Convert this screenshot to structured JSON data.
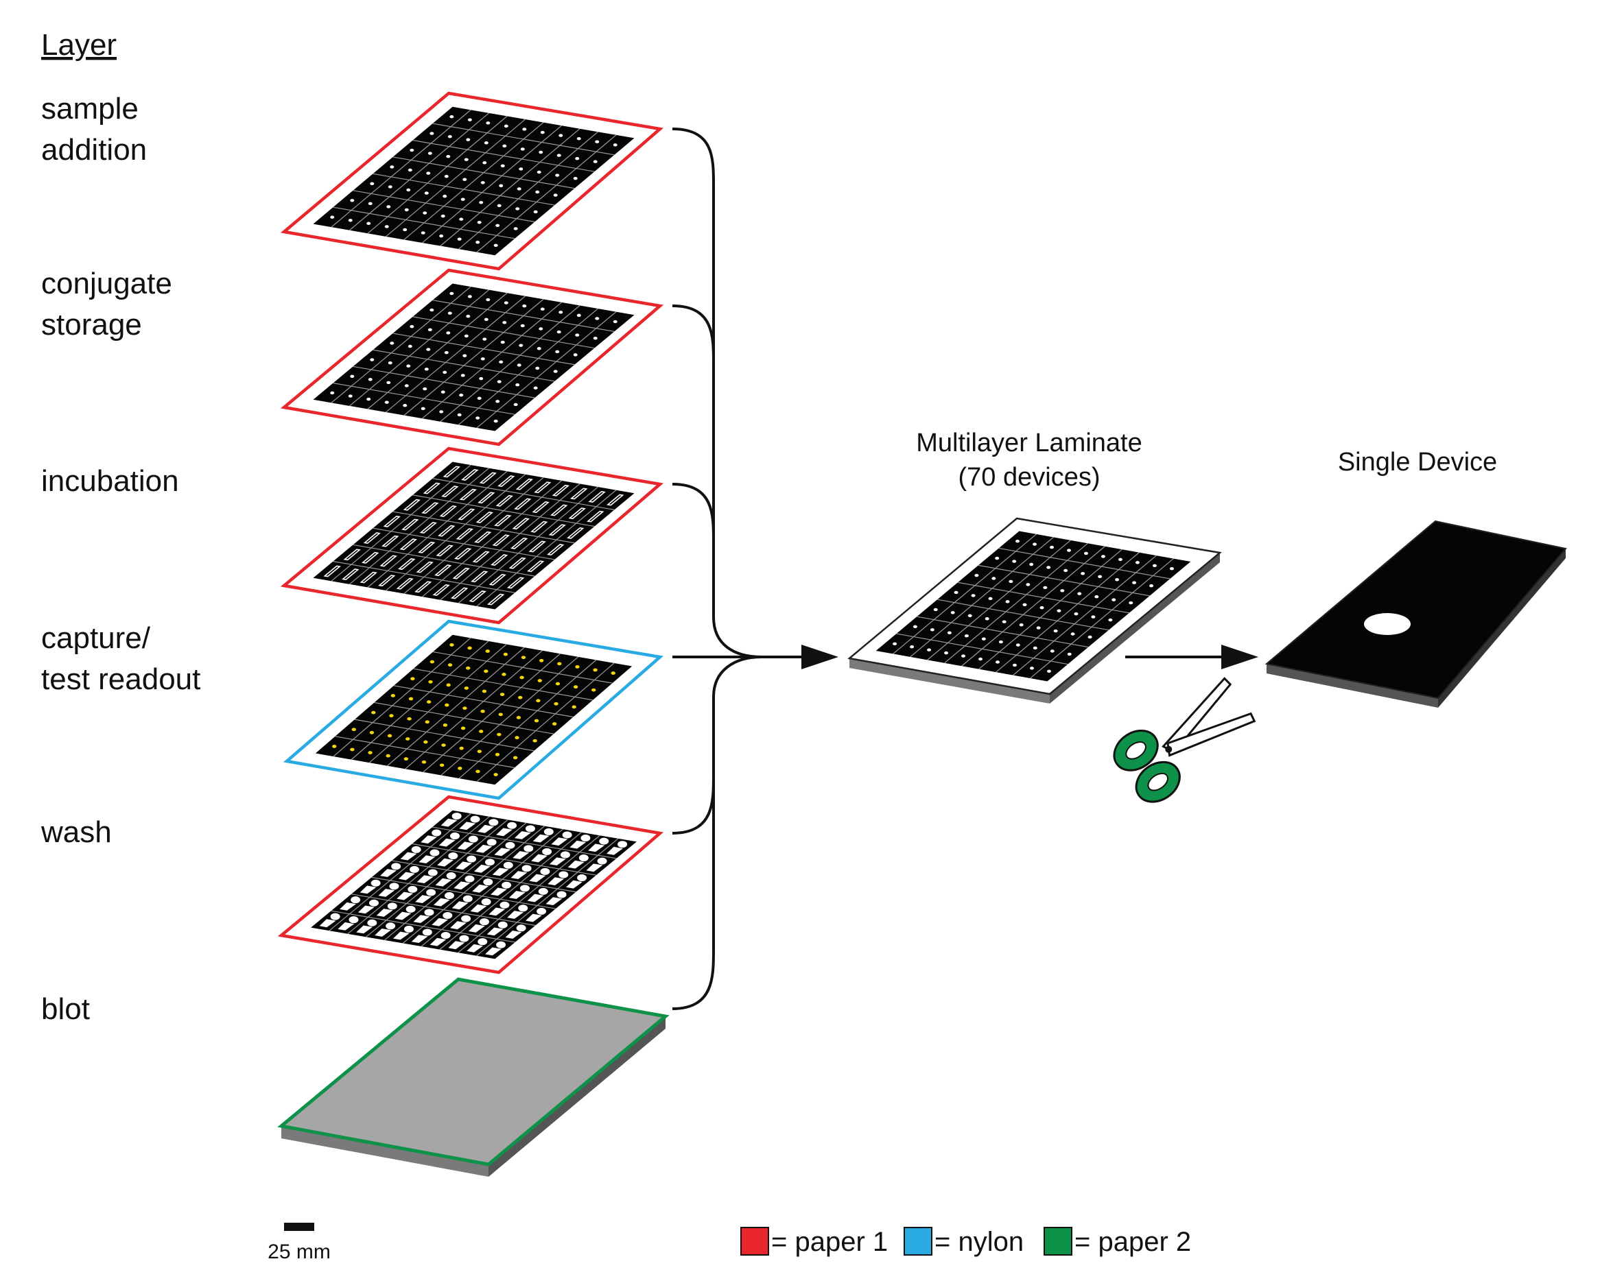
{
  "heading": "Layer",
  "layers": [
    {
      "label_lines": [
        "sample",
        "addition"
      ],
      "material": "paper 1",
      "pattern": "dot"
    },
    {
      "label_lines": [
        "conjugate",
        "storage"
      ],
      "material": "paper 1",
      "pattern": "dot"
    },
    {
      "label_lines": [
        "incubation"
      ],
      "material": "paper 1",
      "pattern": "slot"
    },
    {
      "label_lines": [
        "capture/",
        "test readout"
      ],
      "material": "nylon",
      "pattern": "yellow-dot"
    },
    {
      "label_lines": [
        "wash"
      ],
      "material": "paper 1",
      "pattern": "drop"
    },
    {
      "label_lines": [
        "blot"
      ],
      "material": "paper 2",
      "pattern": "blank"
    }
  ],
  "laminate": {
    "title_line1": "Multilayer Laminate",
    "title_line2": "(70 devices)"
  },
  "single_device": {
    "title": "Single Device"
  },
  "scale_bar": {
    "label": "25 mm"
  },
  "legend": [
    {
      "label": "= paper 1",
      "color": "#e8262b"
    },
    {
      "label": "= nylon",
      "color": "#29aae2"
    },
    {
      "label": "= paper 2",
      "color": "#0e9148"
    }
  ],
  "colors": {
    "paper1": "#e8262b",
    "nylon": "#29aae2",
    "paper2": "#0e9148",
    "scissors": "#0e9148"
  },
  "icons": [
    "scissors-icon",
    "arrow-right-icon",
    "brace-connector-icon"
  ]
}
